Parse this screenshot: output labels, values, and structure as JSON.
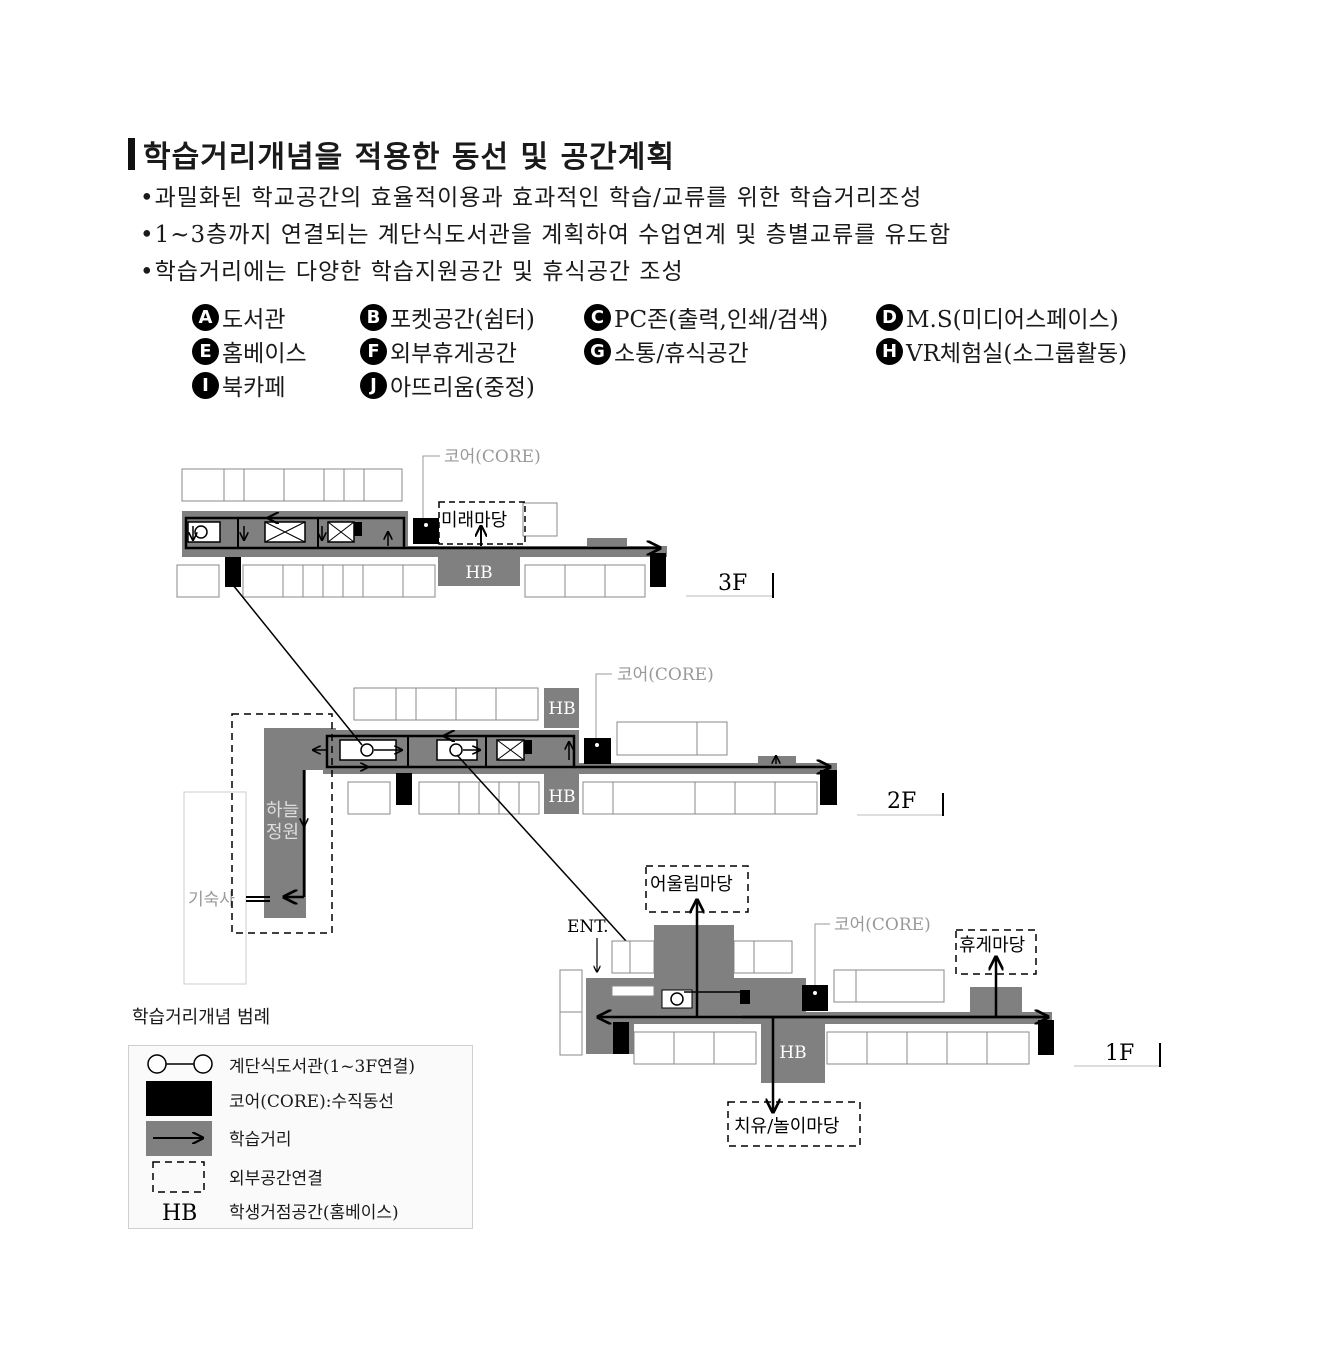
{
  "title": "학습거리개념을 적용한 동선 및 공간계획",
  "bullets": [
    "과밀화된 학교공간의 효율적이용과 효과적인 학습/교류를 위한 학습거리조성",
    "1~3층까지 연결되는 계단식도서관을 계획하여 수업연계 및 층별교류를 유도함",
    "학습거리에는 다양한 학습지원공간 및 휴식공간 조성"
  ],
  "space_legend": [
    {
      "key": "A",
      "label": "도서관"
    },
    {
      "key": "B",
      "label": "포켓공간(쉼터)"
    },
    {
      "key": "C",
      "label": "PC존(출력,인쇄/검색)"
    },
    {
      "key": "D",
      "label": "M.S(미디어스페이스)"
    },
    {
      "key": "E",
      "label": "홈베이스"
    },
    {
      "key": "F",
      "label": "외부휴게공간"
    },
    {
      "key": "G",
      "label": "소통/휴식공간"
    },
    {
      "key": "H",
      "label": "VR체험실(소그룹활동)"
    },
    {
      "key": "I",
      "label": "북카페"
    },
    {
      "key": "J",
      "label": "아뜨리움(중정)"
    }
  ],
  "plan": {
    "core_label": "코어(CORE)",
    "hb": "HB",
    "floor_3f": "3F",
    "floor_2f": "2F",
    "floor_1f": "1F",
    "mirae": "미래마당",
    "sky_garden_1": "하늘",
    "sky_garden_2": "정원",
    "dorm": "기숙사",
    "ent": "ENT.",
    "eoulrim": "어울림마당",
    "hyuge": "휴게마당",
    "chiyu": "치유/놀이마당"
  },
  "concept_legend": {
    "title": "학습거리개념 범례",
    "items": [
      "계단식도서관(1~3F연결)",
      "코어(CORE):수직동선",
      "학습거리",
      "외부공간연결",
      "학생거점공간(홈베이스)"
    ],
    "hb": "HB"
  },
  "colors": {
    "street": "#808080",
    "core": "#000000",
    "room_stroke": "#888888",
    "light": "#bdbdbd"
  }
}
